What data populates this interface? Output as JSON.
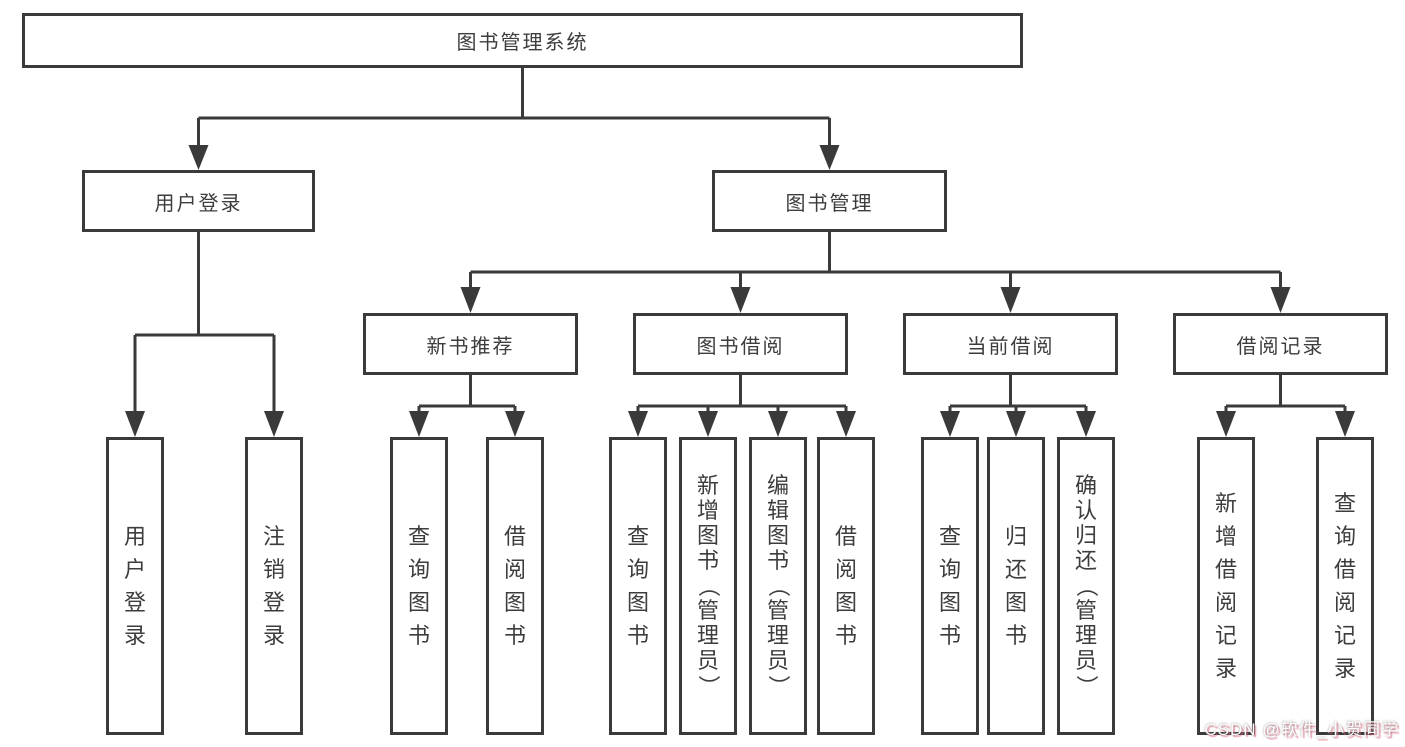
{
  "diagram": {
    "root": {
      "label": "图书管理系统"
    },
    "level1": [
      {
        "label": "用户登录"
      },
      {
        "label": "图书管理"
      }
    ],
    "level2": [
      {
        "label": "新书推荐"
      },
      {
        "label": "图书借阅"
      },
      {
        "label": "当前借阅"
      },
      {
        "label": "借阅记录"
      }
    ],
    "leaves": {
      "user_login": [
        "用户登录",
        "注销登录"
      ],
      "new_books": [
        "查询图书",
        "借阅图书"
      ],
      "book_borrow": [
        "查询图书",
        "新增图书（管理员）",
        "编辑图书（管理员）",
        "借阅图书"
      ],
      "current_borrow": [
        "查询图书",
        "归还图书",
        "确认归还（管理员）"
      ],
      "borrow_records": [
        "新增借阅记录",
        "查询借阅记录"
      ]
    }
  },
  "colors": {
    "line": "#3a3a3a",
    "text": "#3d3d3d",
    "background": "#ffffff",
    "watermark_shadow": "#e76980"
  },
  "watermark": {
    "text": "CSDN @软件_小贺同学"
  }
}
